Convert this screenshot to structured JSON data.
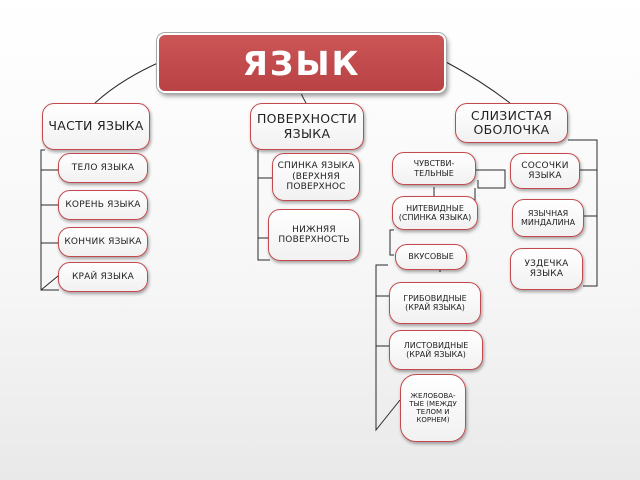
{
  "root": {
    "label": "ЯЗЫК"
  },
  "columns": {
    "parts": {
      "label": "ЧАСТИ ЯЗЫКА",
      "items": [
        "ТЕЛО ЯЗЫКА",
        "КОРЕНЬ ЯЗЫКА",
        "КОНЧИК ЯЗЫКА",
        "КРАЙ ЯЗЫКА"
      ]
    },
    "surfaces": {
      "label": "ПОВЕРХНОСТИ ЯЗЫКА",
      "items": [
        "СПИНКА ЯЗЫКА (ВЕРХНЯЯ ПОВЕРХНОС",
        "НИЖНЯЯ ПОВЕРХНОСТЬ"
      ]
    },
    "mucosa": {
      "label": "СЛИЗИСТАЯ ОБОЛОЧКА",
      "papillae": {
        "label": "СОСОЧКИ ЯЗЫКА",
        "sensory": "ЧУВСТВИ-ТЕЛЬНЫЕ",
        "filiform": "НИТЕВИДНЫЕ (СПИНКА ЯЗЫКА)",
        "taste": "ВКУСОВЫЕ",
        "fungiform": "ГРИБОВИДНЫЕ (КРАЙ ЯЗЫКА)",
        "foliate": "ЛИСТОВИДНЫЕ (КРАЙ ЯЗЫКА)",
        "vallate": "ЖЕЛОБОВА-ТЫЕ (МЕЖДУ ТЕЛОМ И КОРНЕМ)"
      },
      "tonsil": "ЯЗЫЧНАЯ МИНДАЛИНА",
      "frenulum": "УЗДЕЧКА ЯЗЫКА"
    }
  }
}
